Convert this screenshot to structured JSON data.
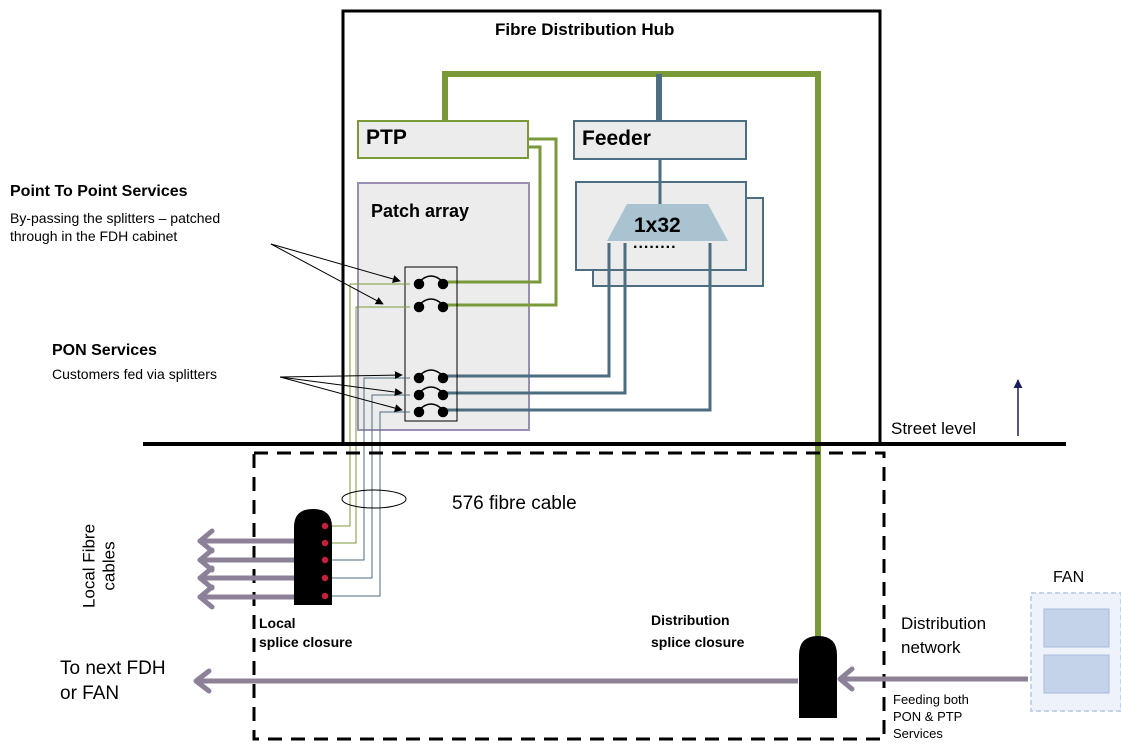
{
  "hub": {
    "title": "Fibre Distribution Hub"
  },
  "ptp_box": {
    "label": "PTP"
  },
  "feeder_box": {
    "label": "Feeder"
  },
  "patch_array": {
    "label": "Patch array"
  },
  "splitter": {
    "label": "1x32",
    "dots": "........"
  },
  "ptp_services": {
    "title": "Point To Point Services",
    "line1": "By-passing the splitters – patched",
    "line2": "through in the FDH cabinet"
  },
  "pon_services": {
    "title": "PON Services",
    "desc": "Customers fed via splitters"
  },
  "street_level": "Street level",
  "cable_label": "576 fibre cable",
  "local_fibre": {
    "line1": "Local Fibre",
    "line2": "cables"
  },
  "local_splice": {
    "line1": "Local",
    "line2": "splice closure"
  },
  "distribution_splice": {
    "line1": "Distribution",
    "line2": "splice closure"
  },
  "distribution_network": {
    "line1": "Distribution",
    "line2": "network"
  },
  "fan": {
    "label": "FAN"
  },
  "feeding": {
    "line1": "Feeding both",
    "line2": "PON & PTP",
    "line3": "Services"
  },
  "next_fdh": {
    "line1": "To next FDH",
    "line2": "or FAN"
  },
  "colors": {
    "green": "#7a9a3a",
    "blue": "#4d6e80",
    "purple": "#8c8199",
    "box_fill": "#ececec",
    "fan_fill": "#c5d3ea"
  }
}
